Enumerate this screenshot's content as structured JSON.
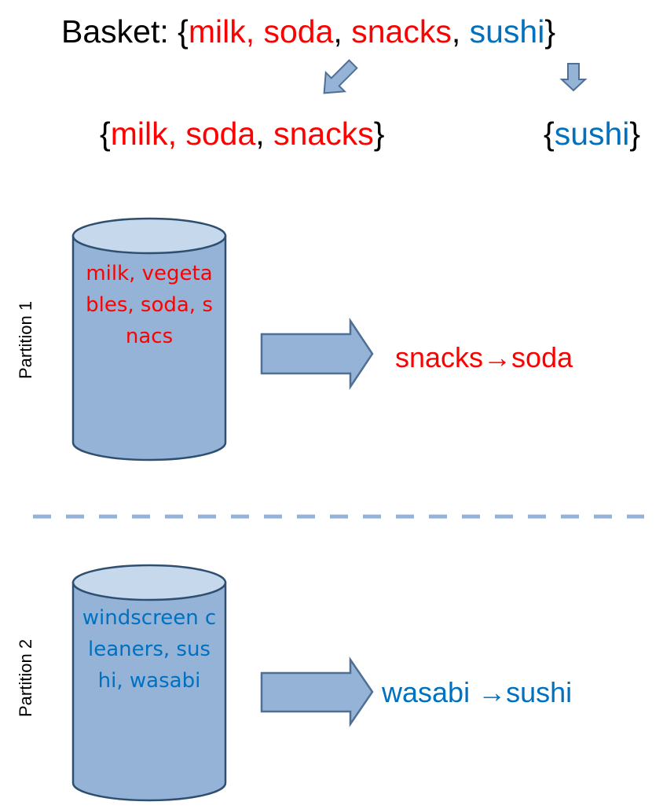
{
  "header": {
    "basket_label": "Basket: ",
    "open_brace": "{",
    "close_brace": "}",
    "comma": ", ",
    "items": [
      "milk",
      "soda",
      "snacks",
      "sushi"
    ]
  },
  "split": {
    "left_items": [
      "milk",
      "soda",
      "snacks"
    ],
    "right_items": [
      "sushi"
    ]
  },
  "partitions": [
    {
      "label": "Partition 1",
      "contents": "milk, vegetables, soda, snacs",
      "rule_antecedent": "snacks",
      "rule_arrow": "→",
      "rule_consequent": "soda"
    },
    {
      "label": "Partition 2",
      "contents": "windscreen cleaners, sushi, wasabi",
      "rule_antecedent": "wasabi ",
      "rule_arrow": "→",
      "rule_consequent": "sushi"
    }
  ],
  "colors": {
    "red": "#ff0000",
    "blue": "#0070c0",
    "cylinder_fill": "#95b3d7",
    "cylinder_top": "#c6d9ec",
    "cylinder_stroke": "#2f4f70",
    "arrow_fill": "#95b3d7",
    "divider": "#95b3d7"
  }
}
